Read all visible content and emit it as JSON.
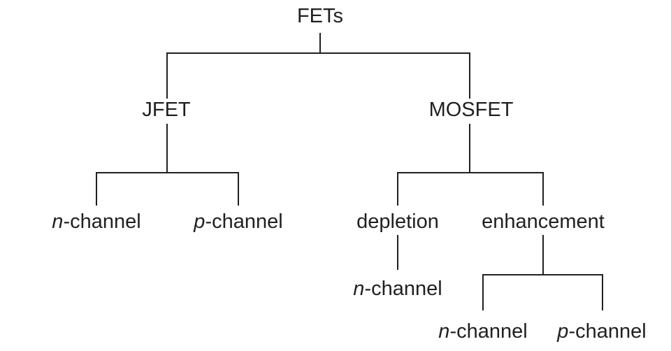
{
  "colors": {
    "line-color": "#231f20",
    "text-color": "#231f20",
    "background-color": "#ffffff"
  },
  "tree": {
    "label": "FETs",
    "children": [
      {
        "label": "JFET",
        "children": [
          {
            "label_italic": "n",
            "label_rest": "-channel"
          },
          {
            "label_italic": "p",
            "label_rest": "-channel"
          }
        ]
      },
      {
        "label": "MOSFET",
        "children": [
          {
            "label": "depletion",
            "children": [
              {
                "label_italic": "n",
                "label_rest": "-channel"
              }
            ]
          },
          {
            "label": "enhancement",
            "children": [
              {
                "label_italic": "n",
                "label_rest": "-channel"
              },
              {
                "label_italic": "p",
                "label_rest": "-channel"
              }
            ]
          }
        ]
      }
    ]
  }
}
